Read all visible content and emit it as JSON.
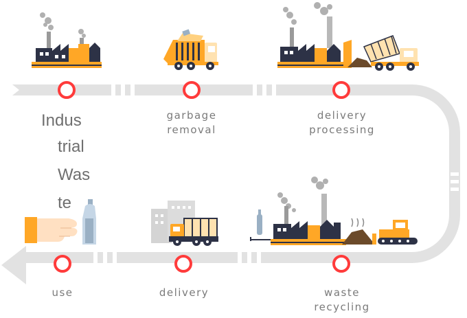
{
  "title_lines": [
    "Indus",
    "trial",
    "Was",
    "te"
  ],
  "steps": [
    {
      "id": "garbage-removal",
      "label_lines": [
        "garbage",
        "removal"
      ]
    },
    {
      "id": "delivery-processing",
      "label_lines": [
        "delivery",
        "processing"
      ]
    },
    {
      "id": "waste-recycling",
      "label_lines": [
        "waste",
        "recycling"
      ]
    },
    {
      "id": "delivery",
      "label_lines": [
        "delivery"
      ]
    },
    {
      "id": "use",
      "label_lines": [
        "use"
      ]
    }
  ],
  "colors": {
    "track": "#e2e2e2",
    "marker": "#ff3b3b",
    "accent": "#ffa726",
    "dark": "#2d3246",
    "smoke": "#b0b0b0",
    "text": "#7a7a7a"
  },
  "icons": [
    "factory-icon",
    "garbage-truck-icon",
    "factory-dump-truck-icon",
    "recycling-plant-bulldozer-icon",
    "delivery-truck-icon",
    "hand-bottle-icon"
  ]
}
